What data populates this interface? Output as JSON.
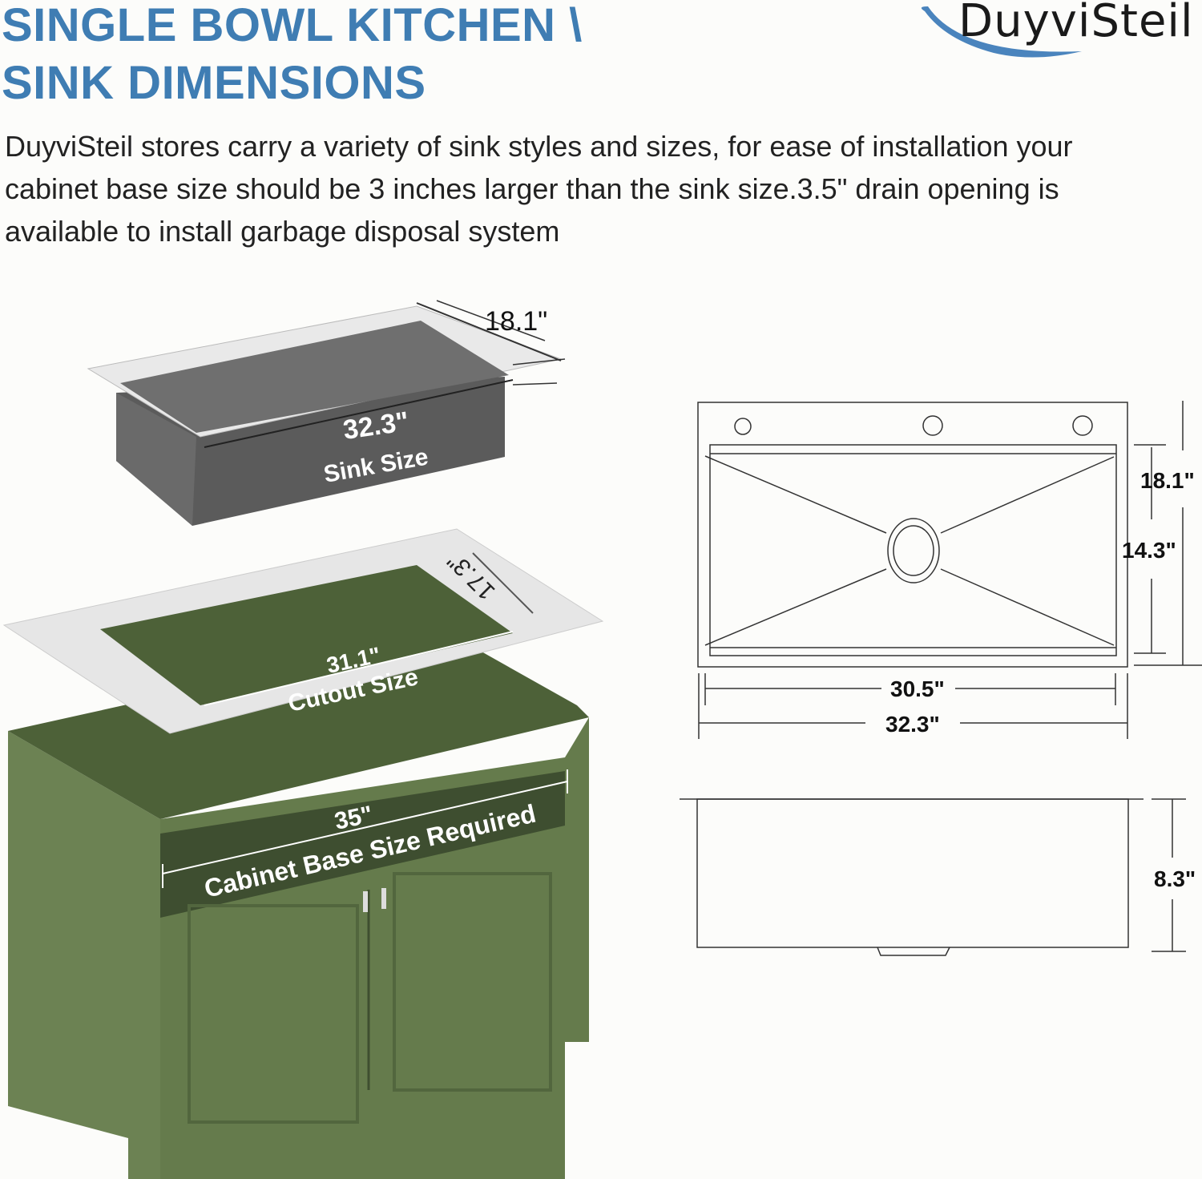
{
  "header": {
    "title_line1": "SINGLE BOWL KITCHEN \\",
    "title_line2": "SINK DIMENSIONS",
    "logo_text": "DuyviSteil"
  },
  "description": "DuyviSteil stores carry a variety of sink styles and sizes, for ease of installation your cabinet base size should be 3 inches larger than the sink size.3.5\" drain opening is available to install garbage disposal system",
  "illustration": {
    "sink_depth": "18.1\"",
    "sink_width": "32.3\"",
    "sink_label": "Sink Size",
    "cutout_depth": "17.3\"",
    "cutout_width": "31.1\"",
    "cutout_label": "Cutout Size",
    "cabinet_width": "35\"",
    "cabinet_label": "Cabinet Base Size Required"
  },
  "top_view": {
    "outer_depth": "18.1\"",
    "bowl_depth": "14.3\"",
    "bowl_width": "30.5\"",
    "outer_width": "32.3\""
  },
  "side_view": {
    "height": "8.3\""
  },
  "colors": {
    "title": "#3f7db3",
    "cabinet": "#62774b",
    "sink": "#5b5b5b"
  }
}
